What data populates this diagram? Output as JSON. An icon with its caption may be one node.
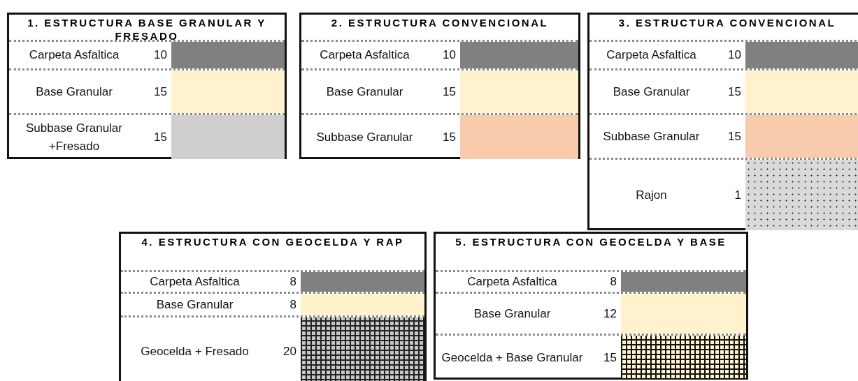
{
  "diagram": {
    "nodes": [
      {
        "text": [
          "1. ESTRUCTURA BASE GRANULAR Y FRESADO"
        ]
      },
      {
        "text": [
          "Carpeta Asfaltica",
          "10"
        ],
        "in": 0
      },
      {
        "text": [
          "Base Granular",
          "15"
        ],
        "in": 0
      },
      {
        "text": [
          "Subbase Granular +Fresado",
          "15"
        ],
        "in": 0
      },
      {
        "text": [
          "2. ESTRUCTURA CONVENCIONAL"
        ]
      },
      {
        "text": [
          "Carpeta Asfaltica",
          "10"
        ],
        "in": 4
      },
      {
        "text": [
          "Base Granular",
          "15"
        ],
        "in": 4
      },
      {
        "text": [
          "Subbase Granular",
          "15"
        ],
        "in": 4
      },
      {
        "text": [
          "3. ESTRUCTURA CONVENCIONAL"
        ]
      },
      {
        "text": [
          "Carpeta Asfaltica",
          "10"
        ],
        "in": 8
      },
      {
        "text": [
          "Base Granular",
          "15"
        ],
        "in": 8
      },
      {
        "text": [
          "Subbase Granular",
          "15"
        ],
        "in": 8
      },
      {
        "text": [
          "Rajon",
          "1"
        ],
        "in": 8
      },
      {
        "text": [
          "4. ESTRUCTURA CON GEOCELDA Y RAP"
        ]
      },
      {
        "text": [
          "Carpeta Asfaltica",
          "8"
        ],
        "in": 13
      },
      {
        "text": [
          "Base Granular",
          "8"
        ],
        "in": 13
      },
      {
        "text": [
          "Geocelda + Fresado",
          "20"
        ],
        "in": 13
      },
      {
        "text": [
          "5. ESTRUCTURA CON GEOCELDA Y BASE"
        ]
      },
      {
        "text": [
          "Carpeta Asfaltica",
          "8"
        ],
        "in": 17
      },
      {
        "text": [
          "Base Granular",
          "12"
        ],
        "in": 17
      },
      {
        "text": [
          "Geocelda + Base Granular",
          "15"
        ],
        "in": 17
      }
    ]
  }
}
